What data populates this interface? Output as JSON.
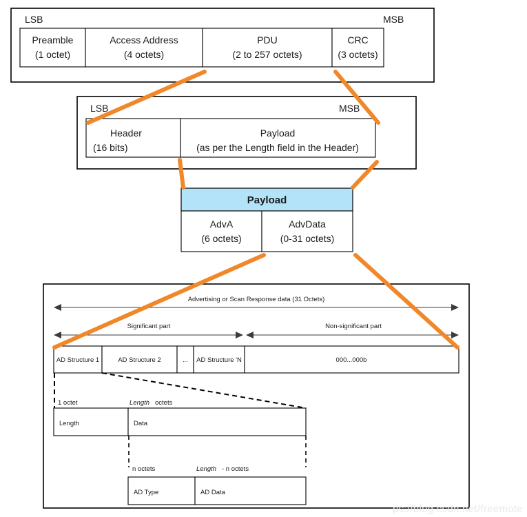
{
  "diagram": {
    "title": "Bluetooth Low Energy advertising packet structure",
    "colors": {
      "connector_orange": "#F0882A",
      "payload_blue": "#B3E3F8",
      "outline_black": "#000000",
      "watermark_gray": "#E9E9E9"
    }
  },
  "link_layer_packet": {
    "lsb_label": "LSB",
    "msb_label": "MSB",
    "fields": [
      {
        "name": "Preamble",
        "size": "(1 octet)"
      },
      {
        "name": "Access Address",
        "size": "(4 octets)"
      },
      {
        "name": "PDU",
        "size": "(2 to 257 octets)"
      },
      {
        "name": "CRC",
        "size": "(3 octets)"
      }
    ]
  },
  "pdu": {
    "lsb_label": "LSB",
    "msb_label": "MSB",
    "fields": [
      {
        "name": "Header",
        "size": "(16 bits)"
      },
      {
        "name": "Payload",
        "size": "(as per the Length field in the Header)"
      }
    ]
  },
  "payload": {
    "title": "Payload",
    "fields": [
      {
        "name": "AdvA",
        "size": "(6 octets)"
      },
      {
        "name": "AdvData",
        "size": "(0-31 octets)"
      }
    ]
  },
  "advertising_data": {
    "span_label": "Advertising or Scan Response data (31 Octets)",
    "significant_label": "Significant part",
    "non_significant_label": "Non-significant part",
    "cells": [
      "AD Structure 1",
      "AD Structure 2",
      "...",
      "AD Structure 'N",
      "000...000b"
    ]
  },
  "ad_structure": {
    "size_labels": {
      "length_octet": "1 octet",
      "data_octets_italic": "Length",
      "data_octets_rest": " octets"
    },
    "fields": [
      {
        "name": "Length"
      },
      {
        "name": "Data"
      }
    ]
  },
  "ad_data_detail": {
    "size_labels": {
      "type_octets": "n octets",
      "data_octets_italic": "Length",
      "data_octets_rest": " - n octets"
    },
    "fields": [
      {
        "name": "AD Type"
      },
      {
        "name": "AD Data"
      }
    ]
  },
  "watermark": {
    "text": "ps://blog.csdn.net/freemote"
  }
}
